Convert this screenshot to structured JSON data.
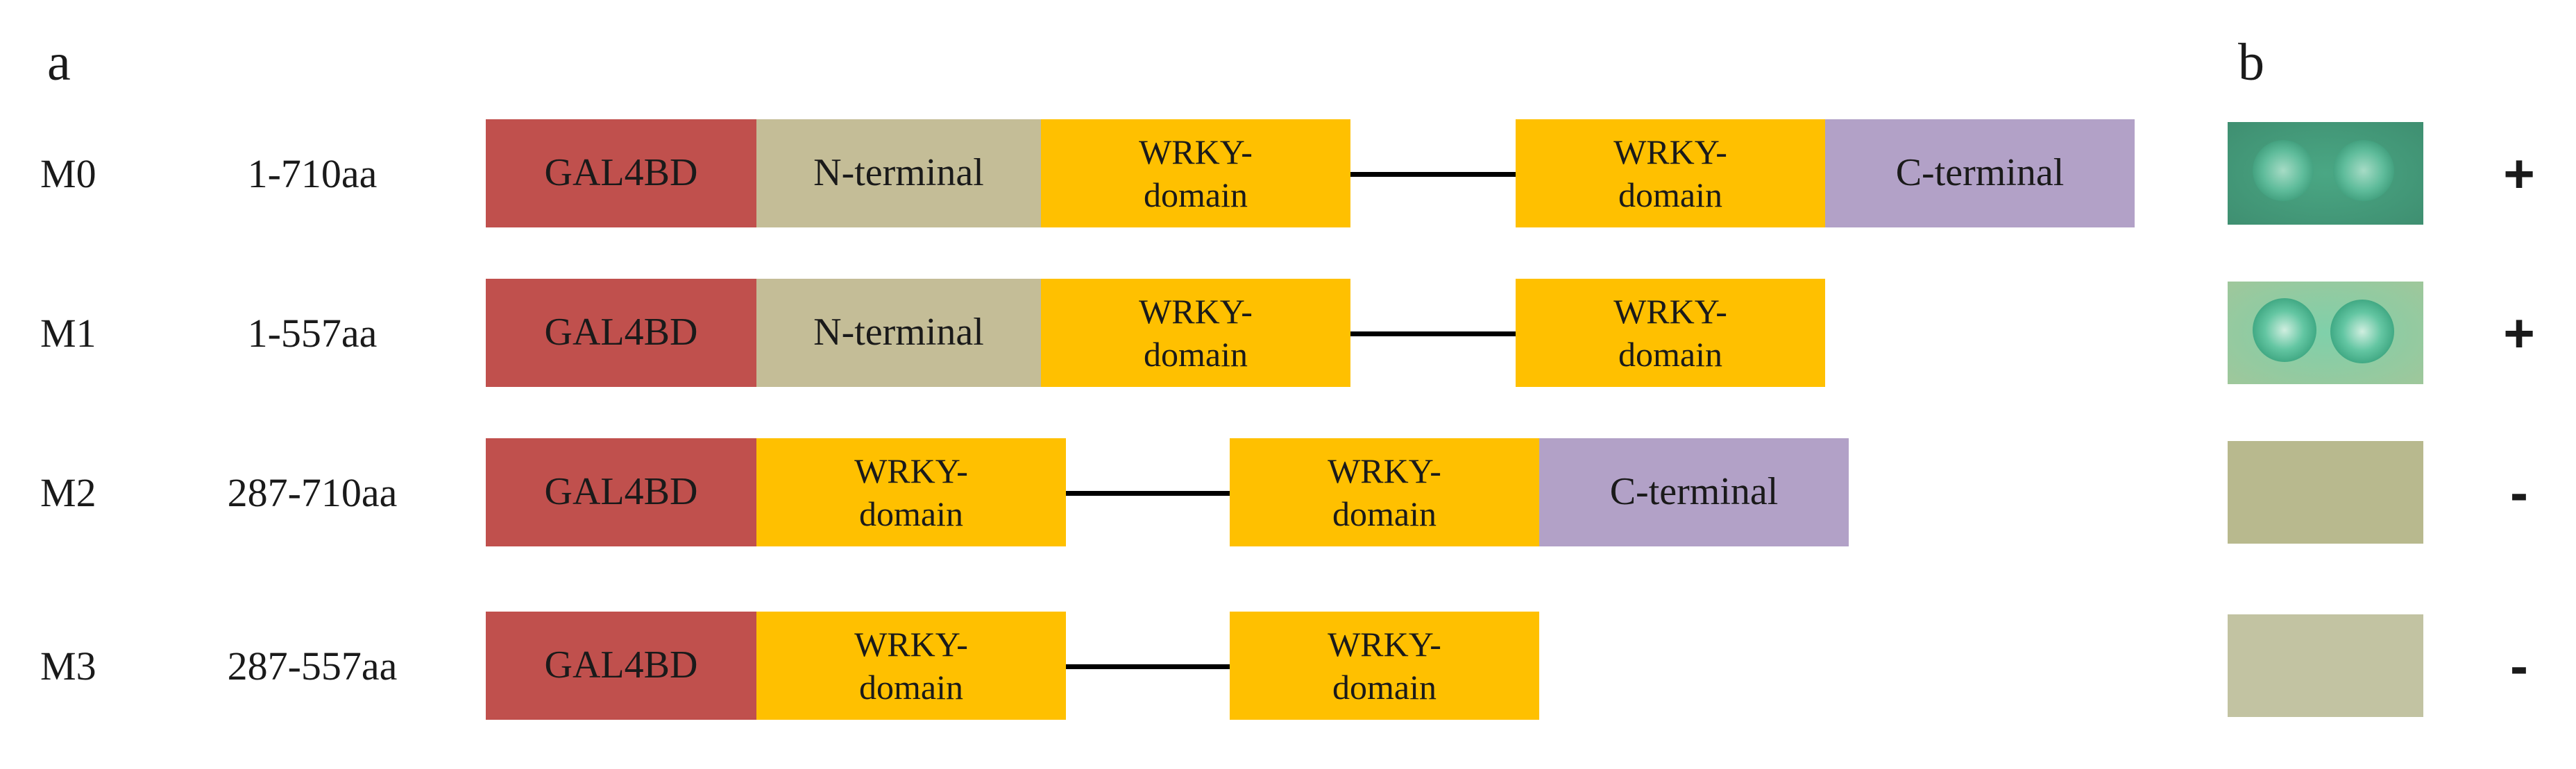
{
  "panels": {
    "a": "a",
    "b": "b"
  },
  "colors": {
    "gal4bd": "#c0504d",
    "n_terminal": "#c4bd97",
    "wrky_domain": "#ffc000",
    "c_terminal": "#b2a1c7",
    "linker": "#000000"
  },
  "constructs": [
    {
      "name": "M0",
      "range": "1-710aa",
      "segments": [
        "GAL4BD",
        "N-terminal",
        "WRKY-\ndomain",
        "WRKY-\ndomain",
        "C-terminal"
      ],
      "growth": "positive colonies (2)",
      "result": "+"
    },
    {
      "name": "M1",
      "range": "1-557aa",
      "segments": [
        "GAL4BD",
        "N-terminal",
        "WRKY-\ndomain",
        "WRKY-\ndomain"
      ],
      "growth": "positive colonies (2)",
      "result": "+"
    },
    {
      "name": "M2",
      "range": "287-710aa",
      "segments": [
        "GAL4BD",
        "WRKY-\ndomain",
        "WRKY-\ndomain",
        "C-terminal"
      ],
      "growth": "no growth",
      "result": "-"
    },
    {
      "name": "M3",
      "range": "287-557aa",
      "segments": [
        "GAL4BD",
        "WRKY-\ndomain",
        "WRKY-\ndomain"
      ],
      "growth": "no growth",
      "result": "-"
    }
  ]
}
